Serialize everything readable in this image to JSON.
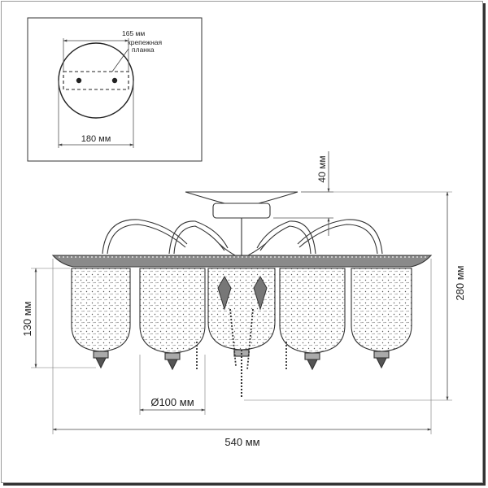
{
  "inset": {
    "mount_width": "165 мм",
    "bracket_label_line1": "крепежная",
    "bracket_label_line2": "планка",
    "canopy_diameter": "180 мм"
  },
  "dimensions": {
    "canopy_height": "40 мм",
    "total_height": "280 мм",
    "shade_height": "130 мм",
    "shade_diameter": "Ø100 мм",
    "total_width": "540 мм"
  },
  "colors": {
    "line": "#333333",
    "dim_line": "#555555",
    "metal": "#6b6b6b",
    "glass_fill": "#f4f4f4"
  }
}
